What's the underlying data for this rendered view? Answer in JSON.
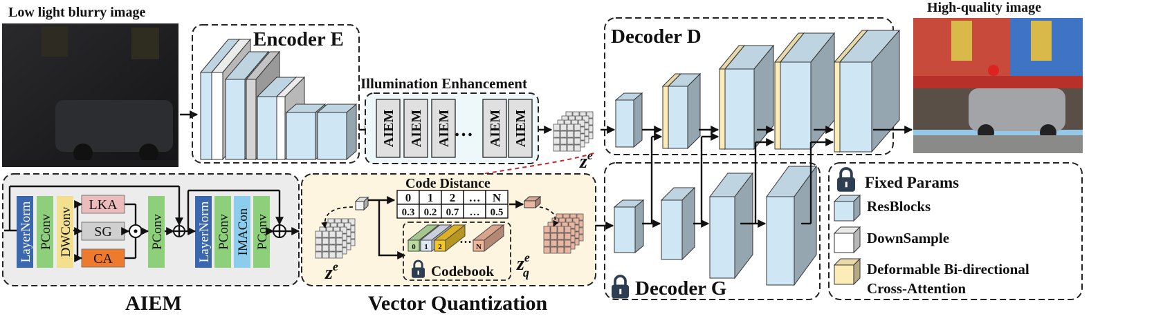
{
  "titles": {
    "input_image": "Low light blurry image",
    "output_image": "High-quality image",
    "encoder": "Encoder E",
    "illumination": "Illumination Enhancement",
    "decoder_d": "Decoder D",
    "decoder_g": "Decoder G",
    "aiem": "AIEM",
    "vq": "Vector Quantization"
  },
  "aiem_blocks": [
    "AIEM",
    "AIEM",
    "AIEM",
    "AIEM",
    "AIEM"
  ],
  "ellipsis": "…",
  "aiem_detail": {
    "layernorm": "LayerNorm",
    "pconv": "PConv",
    "dwconv": "DWConv",
    "lka": "LKA",
    "sg": "SG",
    "ca": "CA",
    "imacon": "IMACon"
  },
  "vq": {
    "code_distance": "Code Distance",
    "header": [
      "0",
      "1",
      "2",
      "…",
      "N"
    ],
    "values": [
      "0.3",
      "0.2",
      "0.7",
      "…",
      "0.5"
    ],
    "codebook": "Codebook",
    "codes": [
      "0",
      "1",
      "2",
      "N"
    ],
    "ze_main": "z",
    "ze_sup": "e",
    "zq_main": "z",
    "zq_sup": "e",
    "zq_sub": "q"
  },
  "legend": {
    "fixed": "Fixed Params",
    "resblocks": "ResBlocks",
    "downsample": "DownSample",
    "dbca_1": "Deformable Bi-directional",
    "dbca_2": "Cross-Attention"
  },
  "colors": {
    "resblock": "#cfe6f4",
    "downsample": "#ffffff",
    "dbca": "#fbecb8",
    "layernorm": "#3a67ad",
    "pconv": "#8ecf7c",
    "dwconv": "#f3e08e",
    "lka": "#ecbcbc",
    "sg": "#cfcfcf",
    "ca": "#ee7a2e",
    "imacon": "#8ccdee",
    "vq_bg": "#fdf5e0",
    "aiem_bg": "#ececec",
    "illum_bg": "#eef7fa"
  }
}
